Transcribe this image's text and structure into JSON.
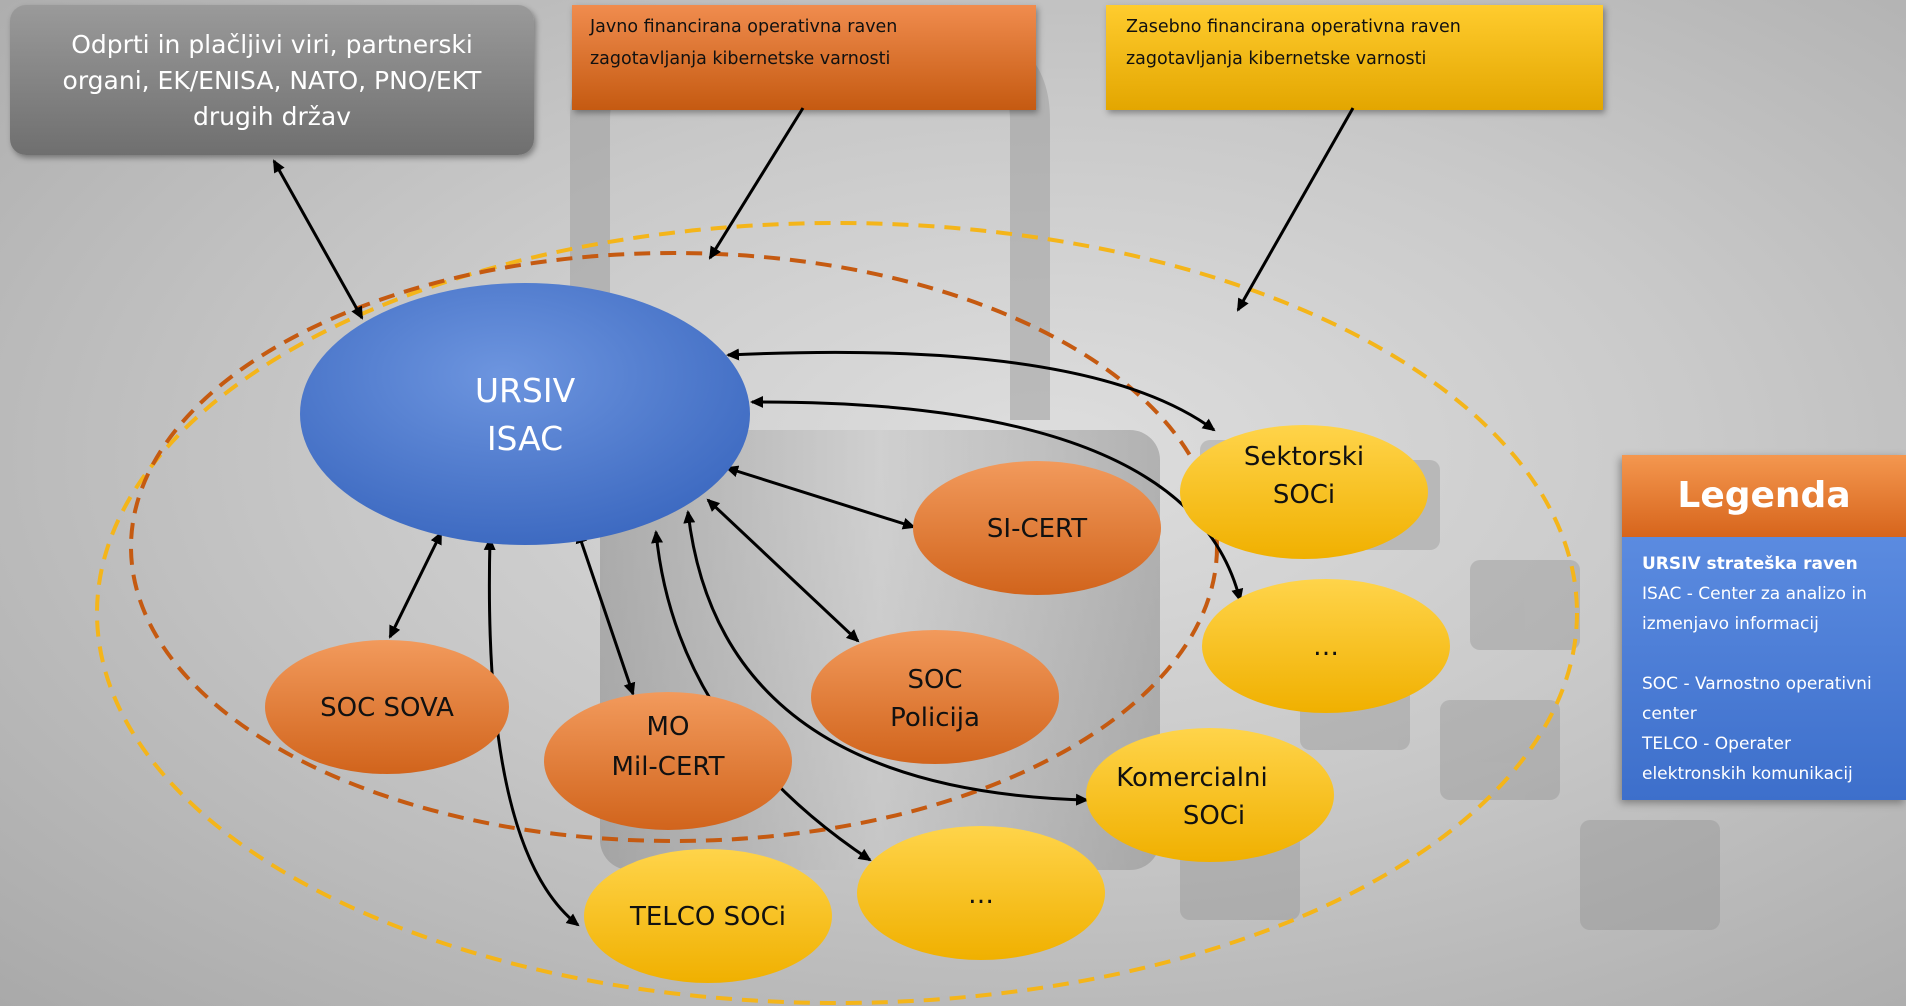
{
  "top_boxes": {
    "external": {
      "lines": [
        "Odprti in plačljivi viri, partnerski",
        "organi, EK/ENISA, NATO, PNO/EKT",
        "drugih držav"
      ]
    },
    "public": {
      "lines": [
        "Javno financirana operativna raven",
        "zagotavljanja kibernetske varnosti"
      ]
    },
    "private": {
      "lines": [
        "Zasebno financirana operativna raven",
        "zagotavljanja kibernetske varnosti"
      ]
    }
  },
  "nodes": {
    "ursiv": {
      "lines": [
        "URSIV",
        "ISAC"
      ],
      "color": "#4472c4"
    },
    "si_cert": {
      "lines": [
        "SI-CERT"
      ],
      "color": "#ed7d31"
    },
    "soc_sova": {
      "lines": [
        "SOC SOVA"
      ],
      "color": "#ed7d31"
    },
    "mo_milcert": {
      "lines": [
        "MO",
        "Mil-CERT"
      ],
      "color": "#ed7d31"
    },
    "soc_policija": {
      "lines": [
        "SOC",
        "Policija"
      ],
      "color": "#ed7d31"
    },
    "sektorski": {
      "lines": [
        "Sektorski",
        "SOCi"
      ],
      "color": "#ffc000"
    },
    "dots_right": {
      "lines": [
        "…"
      ],
      "color": "#ffc000"
    },
    "komercialni": {
      "lines": [
        "Komercialni",
        "SOCi"
      ],
      "color": "#ffc000"
    },
    "dots_bottom": {
      "lines": [
        "…"
      ],
      "color": "#ffc000"
    },
    "telco": {
      "lines": [
        "TELCO SOCi"
      ],
      "color": "#ffc000"
    }
  },
  "legend": {
    "title": "Legenda",
    "line1": "URSIV strateška raven",
    "line2": "ISAC - Center za analizo in",
    "line3": "izmenjavo informacij",
    "line4": "SOC - Varnostno operativni",
    "line5": "center",
    "line6": "TELCO - Operater",
    "line7": "elektronskih komunikacij"
  },
  "colors": {
    "public_ring": "#c55a11",
    "private_ring": "#f4b51a",
    "arrow": "#000000"
  }
}
